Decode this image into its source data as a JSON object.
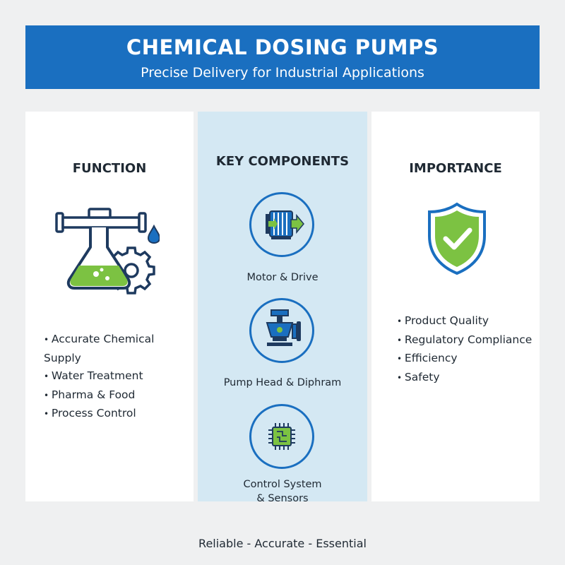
{
  "header": {
    "title": "CHEMICAL DOSING PUMPS",
    "subtitle": "Precise Delivery for Industrial Applications"
  },
  "function": {
    "heading": "FUNCTION",
    "icon": "flask-gear-icon",
    "items": [
      "Accurate Chemical Supply",
      "Water Treatment",
      "Pharma & Food",
      "Process Control"
    ]
  },
  "components": {
    "heading": "KEY COMPONENTS",
    "items": [
      {
        "label": "Motor & Drive",
        "icon": "motor-icon"
      },
      {
        "label": "Pump Head & Diphram",
        "icon": "pump-head-icon"
      },
      {
        "label_line1": "Control System",
        "label_line2": "& Sensors",
        "icon": "chip-icon"
      }
    ]
  },
  "importance": {
    "heading": "IMPORTANCE",
    "icon": "shield-check-icon",
    "items": [
      "Product Quality",
      "Regulatory Compliance",
      "Efficiency",
      "Safety"
    ]
  },
  "footer": {
    "tagline": "Reliable - Accurate - Essential"
  },
  "colors": {
    "brand_blue": "#1a6fc0",
    "navy": "#1e3a5f",
    "green": "#7cc242",
    "panel_blue": "#d4e8f3"
  }
}
